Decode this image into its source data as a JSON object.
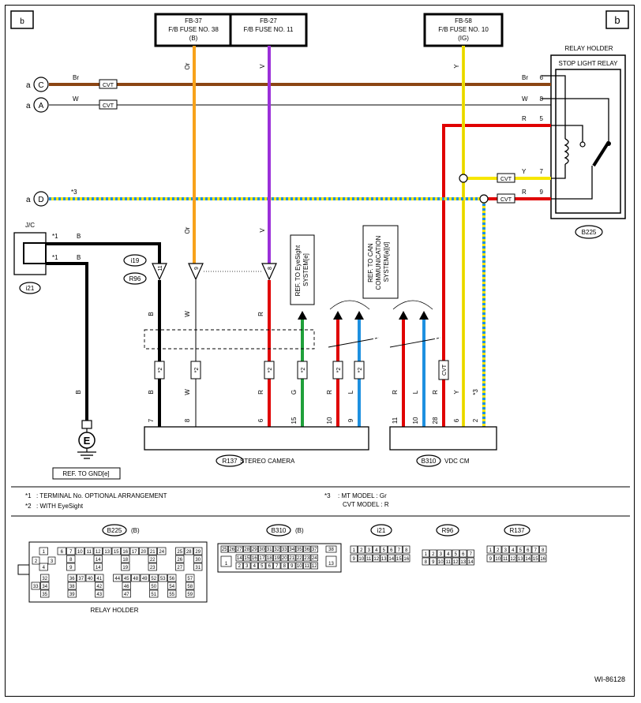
{
  "corner_label": "b",
  "fuses": {
    "fb37": {
      "line1": "FB-37",
      "line2": "F/B FUSE NO. 38",
      "line3": "(B)"
    },
    "fb27": {
      "line1": "FB-27",
      "line2": "F/B FUSE NO. 11"
    },
    "fb58": {
      "line1": "FB-58",
      "line2": "F/B FUSE NO. 10",
      "line3": "(IG)"
    }
  },
  "relay": {
    "holder": "RELAY HOLDER",
    "name": "STOP LIGHT RELAY",
    "connector": "B225"
  },
  "terminals": {
    "a": "a",
    "C": "C",
    "A": "A",
    "D": "D",
    "E": "E"
  },
  "wire_colors": {
    "Br": "Br",
    "W": "W",
    "R": "R",
    "Y": "Y",
    "Or": "Or",
    "V": "V",
    "B": "B",
    "G": "G",
    "L": "L"
  },
  "relay_pins": {
    "p6": "6",
    "p8": "8",
    "p5": "5",
    "p7": "7",
    "p9": "9"
  },
  "cvt": "CVT",
  "notes_star": {
    "s1": "*1",
    "s2": "*2",
    "s3": "*3"
  },
  "jc": {
    "label": "J/C",
    "connector": "i21"
  },
  "connectors": {
    "i19": "i19",
    "R96": "R96",
    "R137": "R137",
    "B310": "B310"
  },
  "pins_top": {
    "p11": "11",
    "p9": "9",
    "p8": "8"
  },
  "refs": {
    "eyesight": "REF. TO EyeSight SYSTEM[e]",
    "can": "REF. TO CAN COMMUNICATION SYSTEM[a][d]",
    "gnd": "REF. TO GND[e]"
  },
  "stereo_pins": [
    "7",
    "8",
    "6",
    "15",
    "10",
    "9"
  ],
  "vdc_pins": [
    "11",
    "10",
    "28",
    "6",
    "2"
  ],
  "modules": {
    "stereo": "STEREO CAMERA",
    "vdc": "VDC CM"
  },
  "notes": {
    "n1_key": "*1",
    "n1": ": TERMINAL No. OPTIONAL ARRANGEMENT",
    "n2_key": "*2",
    "n2": ": WITH EyeSight",
    "n3_key": "*3",
    "n3": ": MT MODEL : Gr",
    "n3b": "CVT MODEL : R"
  },
  "conn_views": {
    "b225": {
      "name": "B225",
      "suffix": "(B)",
      "caption": "RELAY HOLDER"
    },
    "b310": {
      "name": "B310",
      "suffix": "(B)"
    },
    "i21": {
      "name": "i21"
    },
    "r96": {
      "name": "R96"
    },
    "r137": {
      "name": "R137"
    }
  },
  "doc_id": "WI-86128",
  "colors": {
    "brown": "#8B4513",
    "orange": "#F7A21B",
    "violet": "#9B30D9",
    "yellow": "#F7E600",
    "red": "#E00000",
    "green": "#1FA03A",
    "blue": "#1E90E0",
    "black": "#000000"
  }
}
